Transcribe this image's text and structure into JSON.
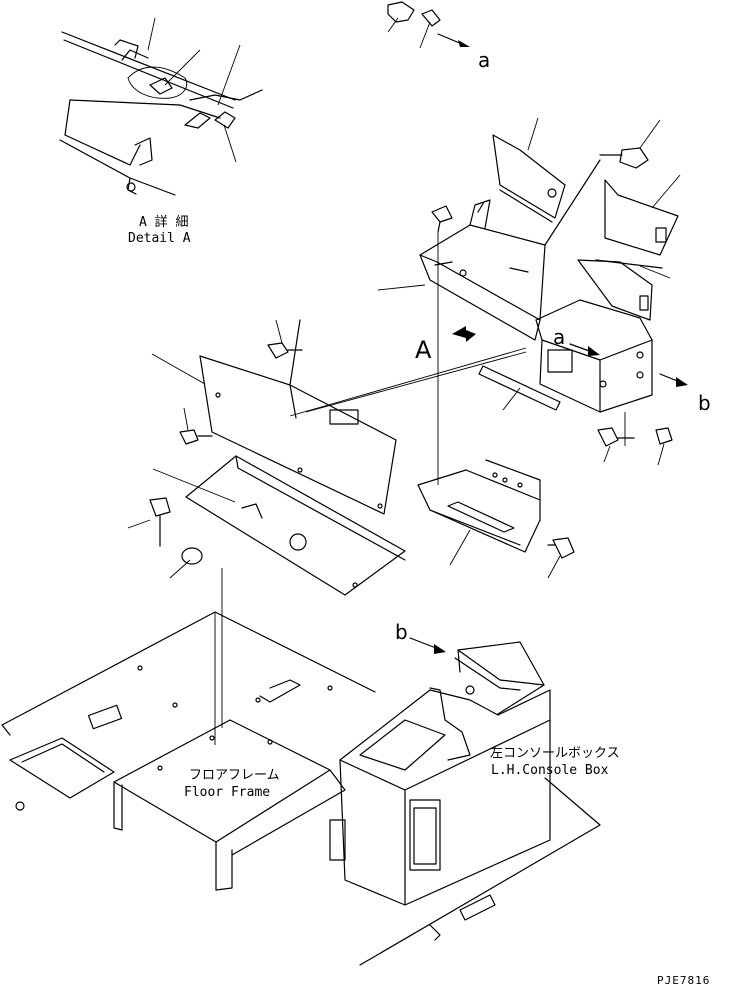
{
  "detail": {
    "title_jp": "A 詳 細",
    "title_en": "Detail A"
  },
  "view_marker": "A",
  "ref_letters": {
    "a_top": "a",
    "a_mid": "a",
    "b_right": "b",
    "b_lower": "b"
  },
  "floor_frame": {
    "name_jp": "フロアフレーム",
    "name_en": "Floor Frame"
  },
  "console_box": {
    "name_jp": "左コンソールボックス",
    "name_en": "L.H.Console Box"
  },
  "drawing_number": "PJE7816"
}
